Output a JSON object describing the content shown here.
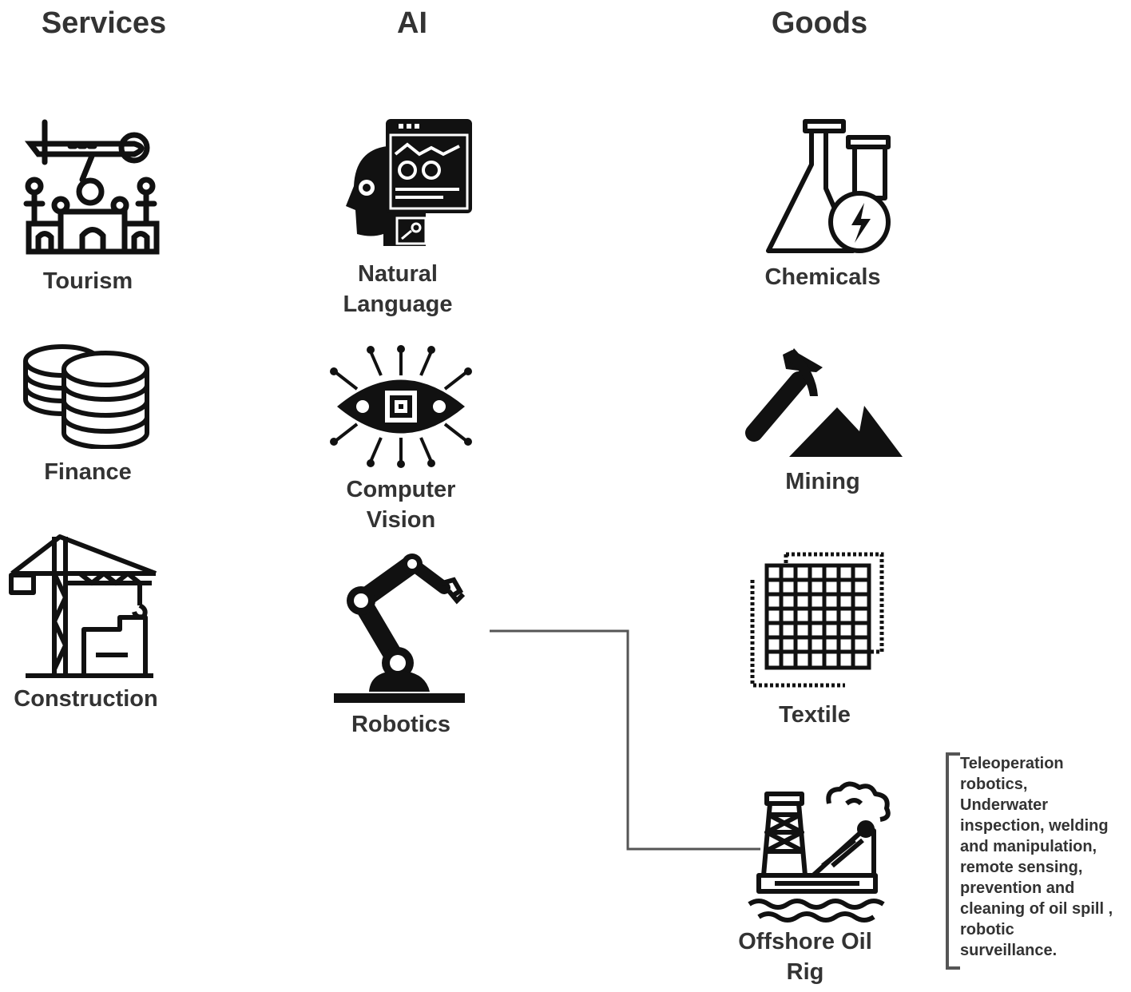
{
  "columns": {
    "services": "Services",
    "ai": "AI",
    "goods": "Goods"
  },
  "services": {
    "tourism": "Tourism",
    "finance": "Finance",
    "construction": "Construction"
  },
  "ai": {
    "natural_language": [
      "Natural",
      "Language"
    ],
    "computer_vision": [
      "Computer",
      "Vision"
    ],
    "robotics": "Robotics"
  },
  "goods": {
    "chemicals": "Chemicals",
    "mining": "Mining",
    "textile": "Textile",
    "offshore": [
      "Offshore Oil",
      "Rig"
    ]
  },
  "note": [
    "Teleoperation",
    "robotics,",
    "Underwater",
    "inspection, welding",
    "and manipulation,",
    "remote sensing,",
    "prevention and",
    "cleaning of oil spill ,",
    "robotic",
    "surveillance."
  ],
  "icons": [
    "tourism-icon",
    "coins-icon",
    "crane-icon",
    "nlp-head-icon",
    "vision-eye-icon",
    "robot-arm-icon",
    "flask-icon",
    "mining-icon",
    "textile-icon",
    "oil-rig-icon"
  ],
  "colors": {
    "icon": "#111111",
    "text": "#333333",
    "connector": "#555555"
  }
}
